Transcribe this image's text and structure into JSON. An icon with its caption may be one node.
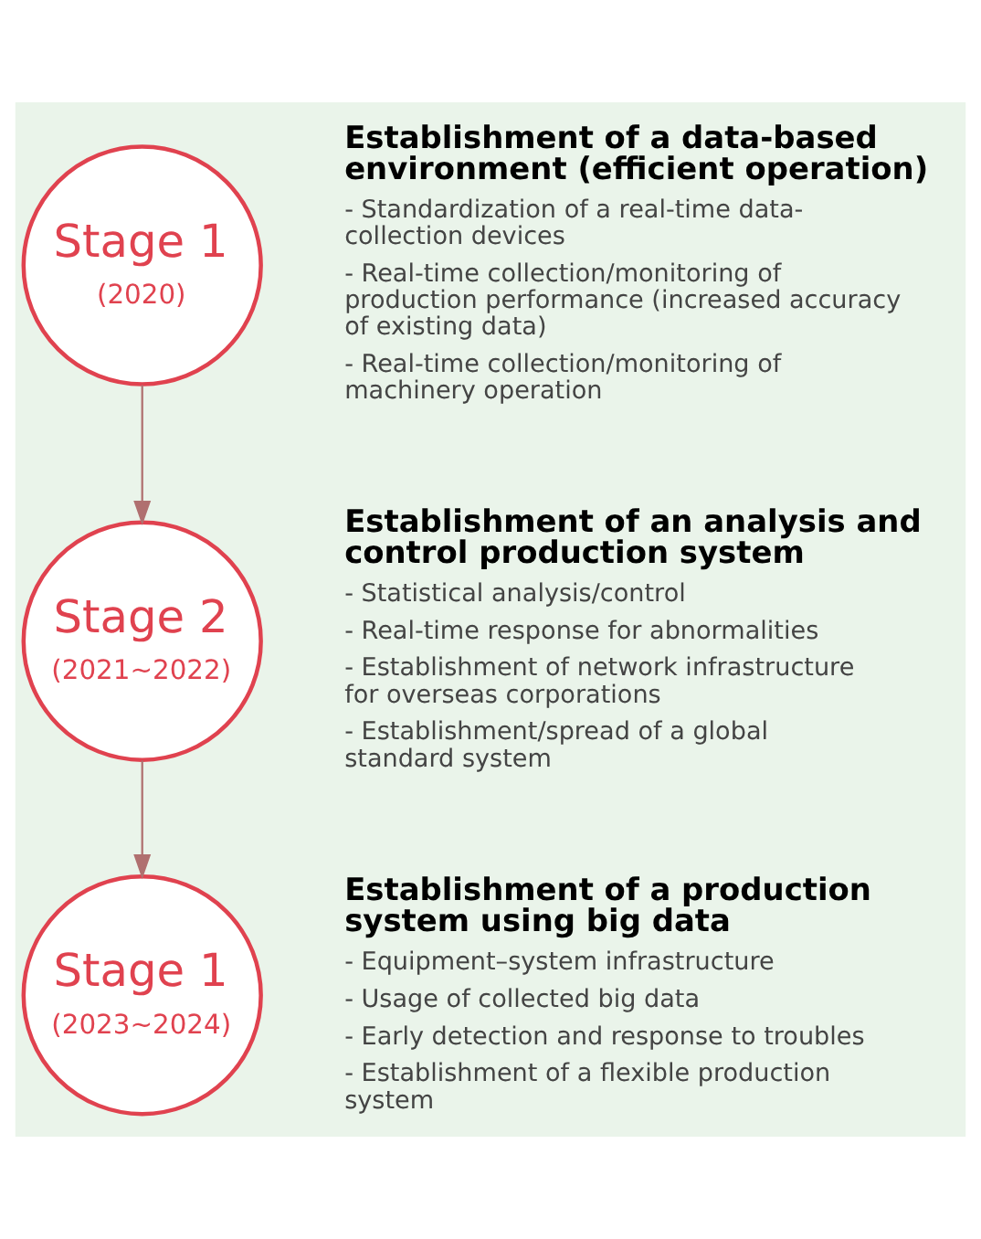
{
  "diagram": {
    "nodes": [
      {
        "text": [
          "Stage 1",
          "(2020)"
        ],
        "beside": [
          "Establishment of a data-based environment (efficient operation)",
          "- Standardization of a real-time data-collection devices",
          "- Real-time collection/monitoring of production performance (increased accuracy of existing data)",
          "- Real-time collection/monitoring of machinery operation"
        ]
      },
      {
        "text": [
          "Stage 2",
          "(2021~2022)"
        ],
        "beside": [
          "Establishment of an analysis and control production system",
          "- Statistical analysis/control",
          "- Real-time response for abnormalities",
          "- Establishment of network infrastructure for overseas corporations",
          "- Establishment/spread of a global standard system"
        ]
      },
      {
        "text": [
          "Stage 1",
          "(2023~2024)"
        ],
        "beside": [
          "Establishment of a production system using big data",
          "- Equipment–system infrastructure",
          "- Usage of collected big data",
          "- Early detection and response to troubles",
          "- Establishment of a flexible production system"
        ]
      }
    ],
    "edges": [
      {
        "from": 0,
        "to": 1,
        "arrow": "to"
      },
      {
        "from": 1,
        "to": 2,
        "arrow": "to"
      }
    ]
  }
}
